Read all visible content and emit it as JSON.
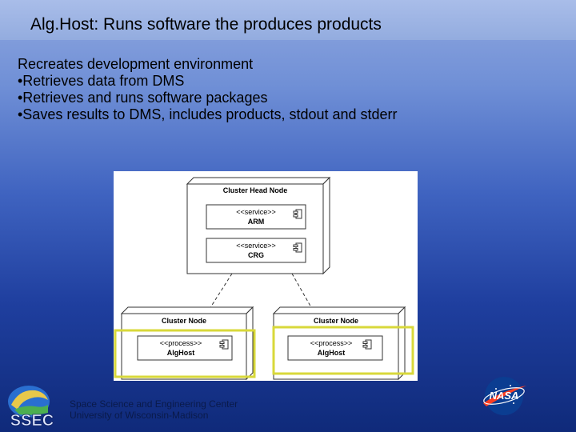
{
  "slide": {
    "title": "Alg.Host:  Runs software the produces products",
    "bullets": [
      "Recreates development environment",
      "•Retrieves data from DMS",
      "•Retrieves and runs software packages",
      "•Saves results to DMS, includes products, stdout and stderr"
    ],
    "footer": {
      "line1": "Space Science and Engineering Center",
      "line2": "University of Wisconsin-Madison"
    },
    "logos": {
      "left": "SSEC",
      "right": "NASA"
    }
  },
  "diagram": {
    "head_node": {
      "title": "Cluster Head Node",
      "services": [
        {
          "stereotype": "<<service>>",
          "name": "ARM"
        },
        {
          "stereotype": "<<service>>",
          "name": "CRG"
        }
      ]
    },
    "cluster_nodes": [
      {
        "title": "Cluster Node",
        "process_stereotype": "<<process>>",
        "process_name": "AlgHost"
      },
      {
        "title": "Cluster Node",
        "process_stereotype": "<<process>>",
        "process_name": "AlgHost"
      }
    ]
  },
  "colors": {
    "highlight": "#d8d83a",
    "diagram_bg": "#ffffff",
    "title_bar": "#9fb6e6"
  }
}
